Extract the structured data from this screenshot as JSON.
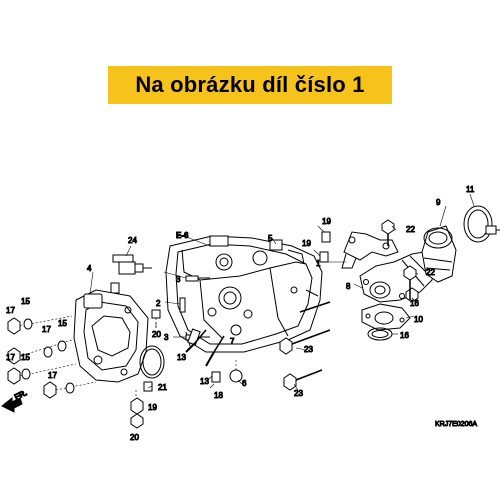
{
  "banner": {
    "text": "Na obrázku díl číslo 1"
  },
  "diagram": {
    "ref_label": "E-6",
    "front_label": "FR.",
    "catalog_code": "KRJ7E0206A",
    "callouts": {
      "c1": "1",
      "c2": "2",
      "c3a": "3",
      "c3b": "3",
      "c4": "4",
      "c5": "5",
      "c6": "6",
      "c7": "7",
      "c8": "8",
      "c9": "9",
      "c10": "10",
      "c11": "11",
      "c13a": "13",
      "c13b": "13",
      "c15a": "15",
      "c15b": "15",
      "c15c": "15",
      "c16a": "16",
      "c16b": "16",
      "c17a": "17",
      "c17b": "17",
      "c17c": "17",
      "c17d": "17",
      "c18": "18",
      "c19a": "19",
      "c19b": "19",
      "c19c": "19",
      "c20a": "20",
      "c20b": "20",
      "c21": "21",
      "c22a": "22",
      "c22b": "22",
      "c23a": "23",
      "c23b": "23",
      "c24": "24"
    }
  }
}
